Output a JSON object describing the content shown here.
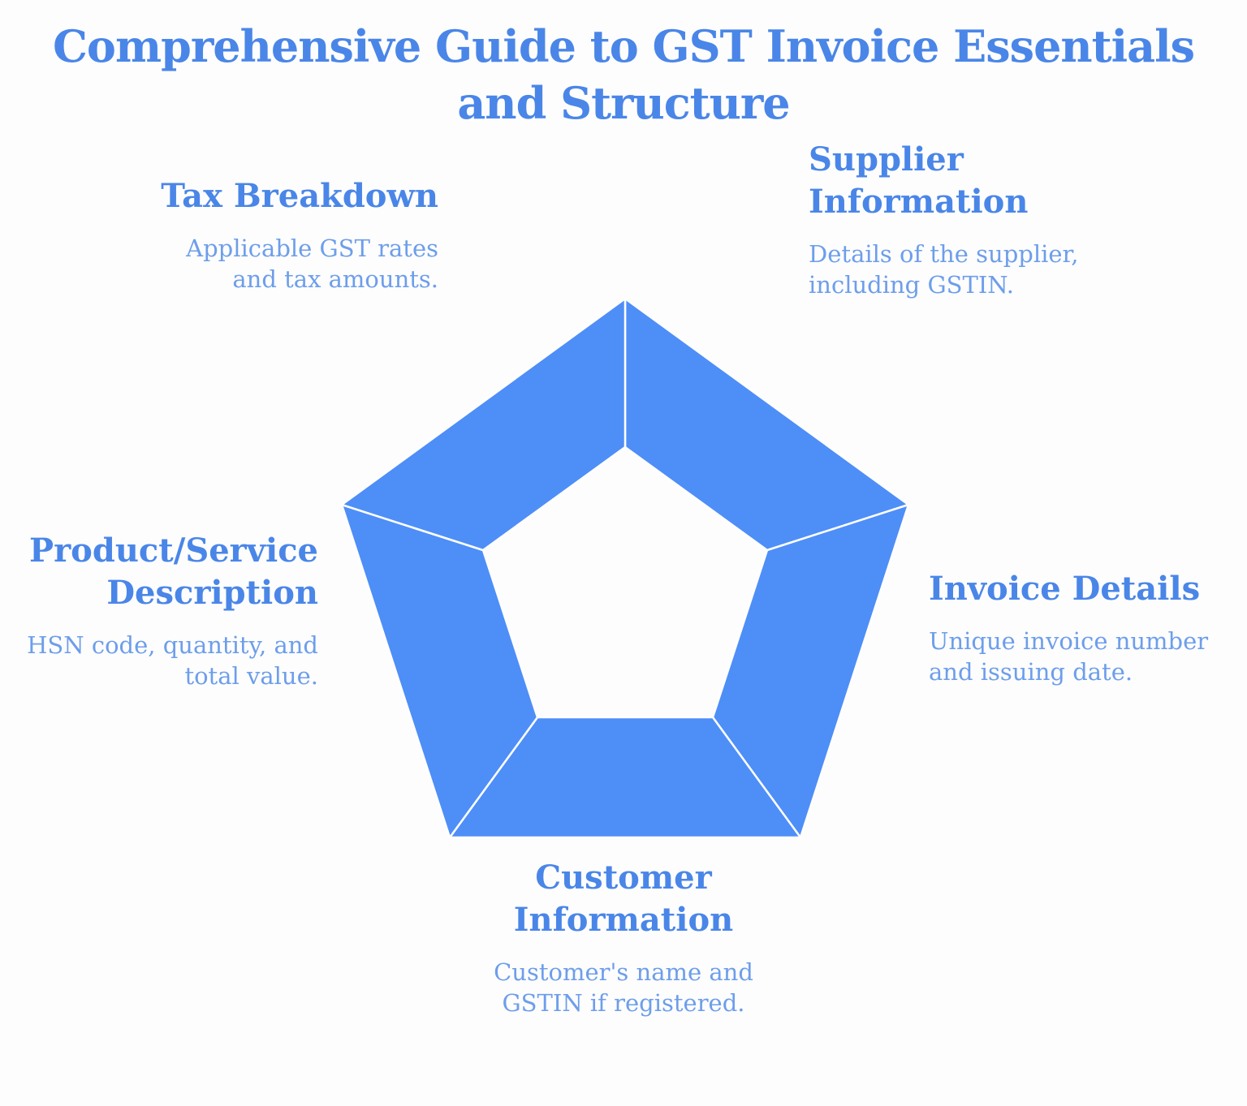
{
  "title": "Comprehensive Guide to GST Invoice Essentials and Structure",
  "title_lines": [
    "Comprehensive Guide to GST Invoice Essentials",
    "and Structure"
  ],
  "colors": {
    "heading_blue": "#4a86e8",
    "body_blue": "#6d9eeb",
    "pentagon_blue": "#4e8ef7",
    "divider_white": "#ffffff",
    "background": "#fdfdfd"
  },
  "diagram": {
    "type": "pentagon-ring",
    "segment_count": 5,
    "fill_color": "#4e8ef7",
    "segment_names": [
      "supplier-information",
      "invoice-details",
      "customer-information",
      "product-service-description",
      "tax-breakdown"
    ]
  },
  "sections": [
    {
      "id": "tax-breakdown",
      "heading": "Tax Breakdown",
      "heading_lines": [
        "Tax Breakdown"
      ],
      "body": "Applicable GST rates and tax amounts.",
      "body_lines": [
        "Applicable GST rates",
        "and tax amounts."
      ]
    },
    {
      "id": "supplier-information",
      "heading": "Supplier Information",
      "heading_lines": [
        "Supplier",
        "Information"
      ],
      "body": "Details of the supplier, including GSTIN.",
      "body_lines": [
        "Details of the supplier,",
        "including GSTIN."
      ]
    },
    {
      "id": "product-service-description",
      "heading": "Product/Service Description",
      "heading_lines": [
        "Product/Service",
        "Description"
      ],
      "body": "HSN code, quantity, and total value.",
      "body_lines": [
        "HSN code, quantity, and",
        "total value."
      ]
    },
    {
      "id": "invoice-details",
      "heading": "Invoice Details",
      "heading_lines": [
        "Invoice Details"
      ],
      "body": "Unique invoice number and issuing date.",
      "body_lines": [
        "Unique invoice number",
        "and issuing date."
      ]
    },
    {
      "id": "customer-information",
      "heading": "Customer Information",
      "heading_lines": [
        "Customer",
        "Information"
      ],
      "body": "Customer's name and GSTIN if registered.",
      "body_lines": [
        "Customer's name and",
        "GSTIN if registered."
      ]
    }
  ]
}
